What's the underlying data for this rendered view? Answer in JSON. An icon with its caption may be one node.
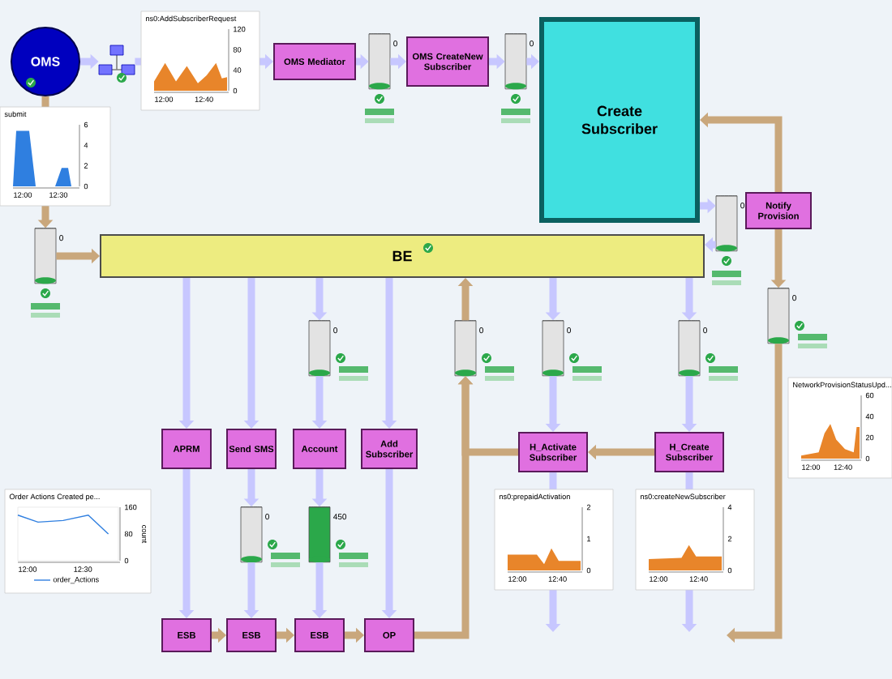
{
  "diagram": {
    "nodes": [
      {
        "text": [
          "OMS"
        ]
      },
      {
        "text": [],
        "shape": "picture"
      },
      {
        "text": [
          "OMS Mediator"
        ]
      },
      {
        "text": [],
        "shape": "cylinder",
        "beside": [
          "0"
        ]
      },
      {
        "text": [
          "OMS CreateNew Subscriber"
        ]
      },
      {
        "text": [],
        "shape": "cylinder",
        "beside": [
          "0"
        ]
      },
      {
        "text": [
          "Create Subscriber"
        ]
      },
      {
        "text": [
          "BE"
        ]
      },
      {
        "text": [],
        "shape": "cylinder",
        "beside": [
          "0"
        ]
      },
      {
        "text": [],
        "shape": "cylinder",
        "beside": [
          "0"
        ]
      },
      {
        "text": [
          "Notify Provision"
        ]
      },
      {
        "text": [],
        "shape": "cylinder",
        "beside": [
          "0"
        ]
      },
      {
        "text": [
          "APRM"
        ]
      },
      {
        "text": [
          "Send SMS"
        ]
      },
      {
        "text": [
          "Account"
        ]
      },
      {
        "text": [
          "Add Subscriber"
        ]
      },
      {
        "text": [],
        "shape": "cylinder",
        "beside": [
          "0"
        ]
      },
      {
        "text": [],
        "shape": "cylinder",
        "beside": [
          "0"
        ]
      },
      {
        "text": [],
        "shape": "cylinder",
        "beside": [
          "450"
        ]
      },
      {
        "text": [
          "ESB"
        ]
      },
      {
        "text": [
          "ESB"
        ]
      },
      {
        "text": [
          "ESB"
        ]
      },
      {
        "text": [
          "OP"
        ]
      },
      {
        "text": [],
        "shape": "cylinder",
        "beside": [
          "0"
        ]
      },
      {
        "text": [],
        "shape": "cylinder",
        "beside": [
          "0"
        ]
      },
      {
        "text": [],
        "shape": "cylinder",
        "beside": [
          "0"
        ]
      },
      {
        "text": [
          "H_Activate Subscriber"
        ]
      },
      {
        "text": [
          "H_Create Subscriber"
        ]
      }
    ],
    "edges": [
      {
        "from": 0,
        "to": 1,
        "arrow": "to"
      },
      {
        "from": 1,
        "to": 2,
        "arrow": "to"
      },
      {
        "from": 2,
        "to": 3,
        "arrow": "to"
      },
      {
        "from": 3,
        "to": 4,
        "arrow": "to"
      },
      {
        "from": 4,
        "to": 5,
        "arrow": "to"
      },
      {
        "from": 5,
        "to": 6,
        "arrow": "to"
      },
      {
        "from": 10,
        "to": 6,
        "arrow": "to",
        "color": "#c9a77c"
      },
      {
        "from": 10,
        "to": 11,
        "arrow": "to",
        "color": "#c9a77c"
      },
      {
        "from": 11,
        "to": null,
        "arrow": "to",
        "color": "#c9a77c"
      },
      {
        "from": 0,
        "to": 8,
        "arrow": "to",
        "color": "#c9a77c"
      },
      {
        "from": 8,
        "to": 7,
        "arrow": "to",
        "color": "#c9a77c"
      },
      {
        "from": 6,
        "to": 9,
        "arrow": "to"
      },
      {
        "from": 9,
        "to": 7,
        "arrow": "to"
      },
      {
        "from": 7,
        "to": 12,
        "arrow": "to"
      },
      {
        "from": 7,
        "to": 13,
        "arrow": "to"
      },
      {
        "from": 7,
        "to": 16,
        "arrow": "to"
      },
      {
        "from": 16,
        "to": 14,
        "arrow": "to"
      },
      {
        "from": 7,
        "to": 15,
        "arrow": "to"
      },
      {
        "from": 12,
        "to": 19,
        "arrow": "to"
      },
      {
        "from": 13,
        "to": 17,
        "arrow": "to"
      },
      {
        "from": 17,
        "to": 20,
        "arrow": "to"
      },
      {
        "from": 14,
        "to": 18,
        "arrow": "to"
      },
      {
        "from": 18,
        "to": 21,
        "arrow": "to"
      },
      {
        "from": 15,
        "to": 22,
        "arrow": "to"
      },
      {
        "from": 7,
        "to": 24,
        "arrow": "to"
      },
      {
        "from": 24,
        "to": 26,
        "arrow": "to"
      },
      {
        "from": 26,
        "to": null,
        "arrow": "to"
      },
      {
        "from": 7,
        "to": 25,
        "arrow": "to"
      },
      {
        "from": 25,
        "to": 27,
        "arrow": "to"
      },
      {
        "from": 27,
        "to": null,
        "arrow": "to"
      },
      {
        "from": 19,
        "to": 20,
        "arrow": "to",
        "color": "#c9a77c"
      },
      {
        "from": 20,
        "to": 21,
        "arrow": "to",
        "color": "#c9a77c"
      },
      {
        "from": 21,
        "to": 22,
        "arrow": "to",
        "color": "#c9a77c"
      },
      {
        "from": 22,
        "to": 23,
        "arrow": "to",
        "color": "#c9a77c"
      },
      {
        "from": 23,
        "to": 7,
        "arrow": "to",
        "color": "#c9a77c"
      },
      {
        "from": 26,
        "to": 23,
        "arrow": "to",
        "color": "#c9a77c"
      },
      {
        "from": 27,
        "to": 26,
        "arrow": "to",
        "color": "#c9a77c"
      }
    ],
    "labels": [
      "ns0:AddSubscriberRequest",
      "120",
      "80",
      "40",
      "0",
      "12:00",
      "12:40",
      "submit",
      "6",
      "4",
      "2",
      "0",
      "12:00",
      "12:30",
      "Order Actions Created pe...",
      "160",
      "80",
      "0",
      "12:00",
      "12:30",
      "count",
      "ns0:prepaidActivation",
      "2",
      "1",
      "0",
      "12:00",
      "12:40",
      "ns0:createNewSubscriber",
      "4",
      "2",
      "0",
      "12:00",
      "12:40",
      "NetworkProvisionStatusUpd...",
      "60",
      "40",
      "20",
      "0",
      "12:00",
      "12:40"
    ],
    "legend": [
      {
        "text": "order_Actions"
      }
    ]
  }
}
